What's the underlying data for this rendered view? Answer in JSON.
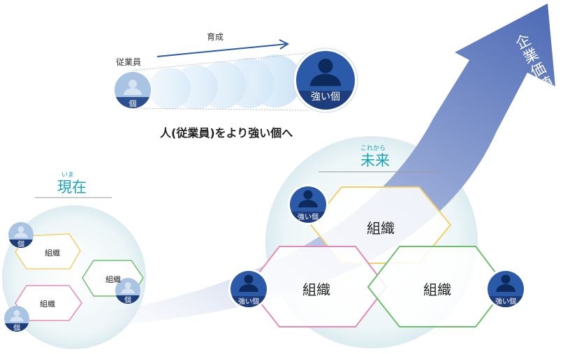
{
  "growth": {
    "employee_label": "従業員",
    "arrow_label": "育成",
    "small_badge_label": "個",
    "big_badge_label": "強い個",
    "caption": "人(従業員)をより強い個へ"
  },
  "now": {
    "ruby": "いま",
    "title": "現在",
    "org_label": "組織",
    "badge_label": "個"
  },
  "future": {
    "ruby": "これから",
    "title": "未来",
    "org_label": "組織",
    "badge_label": "強い個"
  },
  "arrow": {
    "label": "企業価値向上へ"
  },
  "colors": {
    "navy": "#1d3d7c",
    "blue": "#2b5aa8",
    "teal": "#1aa3b8",
    "yellow": "#f3cf6b",
    "pink": "#e58ab8",
    "green": "#6cc06c",
    "purple": "#b89ae0"
  }
}
